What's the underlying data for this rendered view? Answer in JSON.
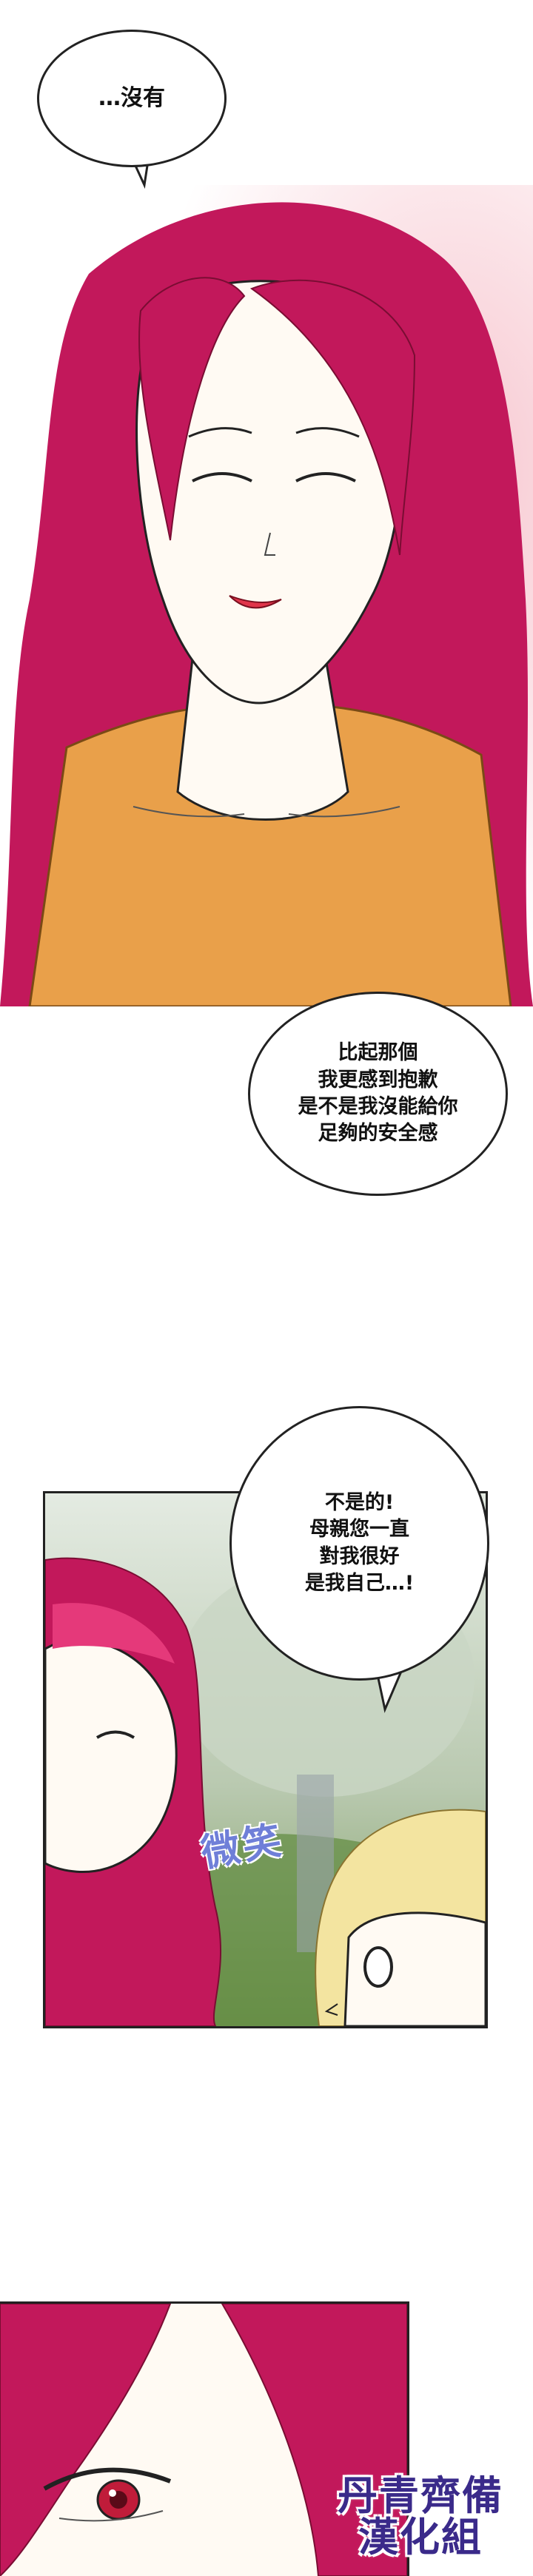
{
  "bubbles": {
    "b1": "…沒有",
    "b2": "比起那個\n我更感到抱歉\n是不是我沒能給你\n足夠的安全感",
    "b3": "不是的!\n母親您一直\n對我很好\n是我自己…!"
  },
  "sfx": {
    "smile": "微笑"
  },
  "watermark": {
    "line1": "丹青齊備",
    "line2": "漢化組"
  },
  "colors": {
    "hair": "#c2185b",
    "skin": "#fffaf3",
    "sweater": "#e9a04a",
    "blonde": "#f3e4a0",
    "sfx": "#6f7fd8",
    "watermark": "#3a2a8a"
  }
}
